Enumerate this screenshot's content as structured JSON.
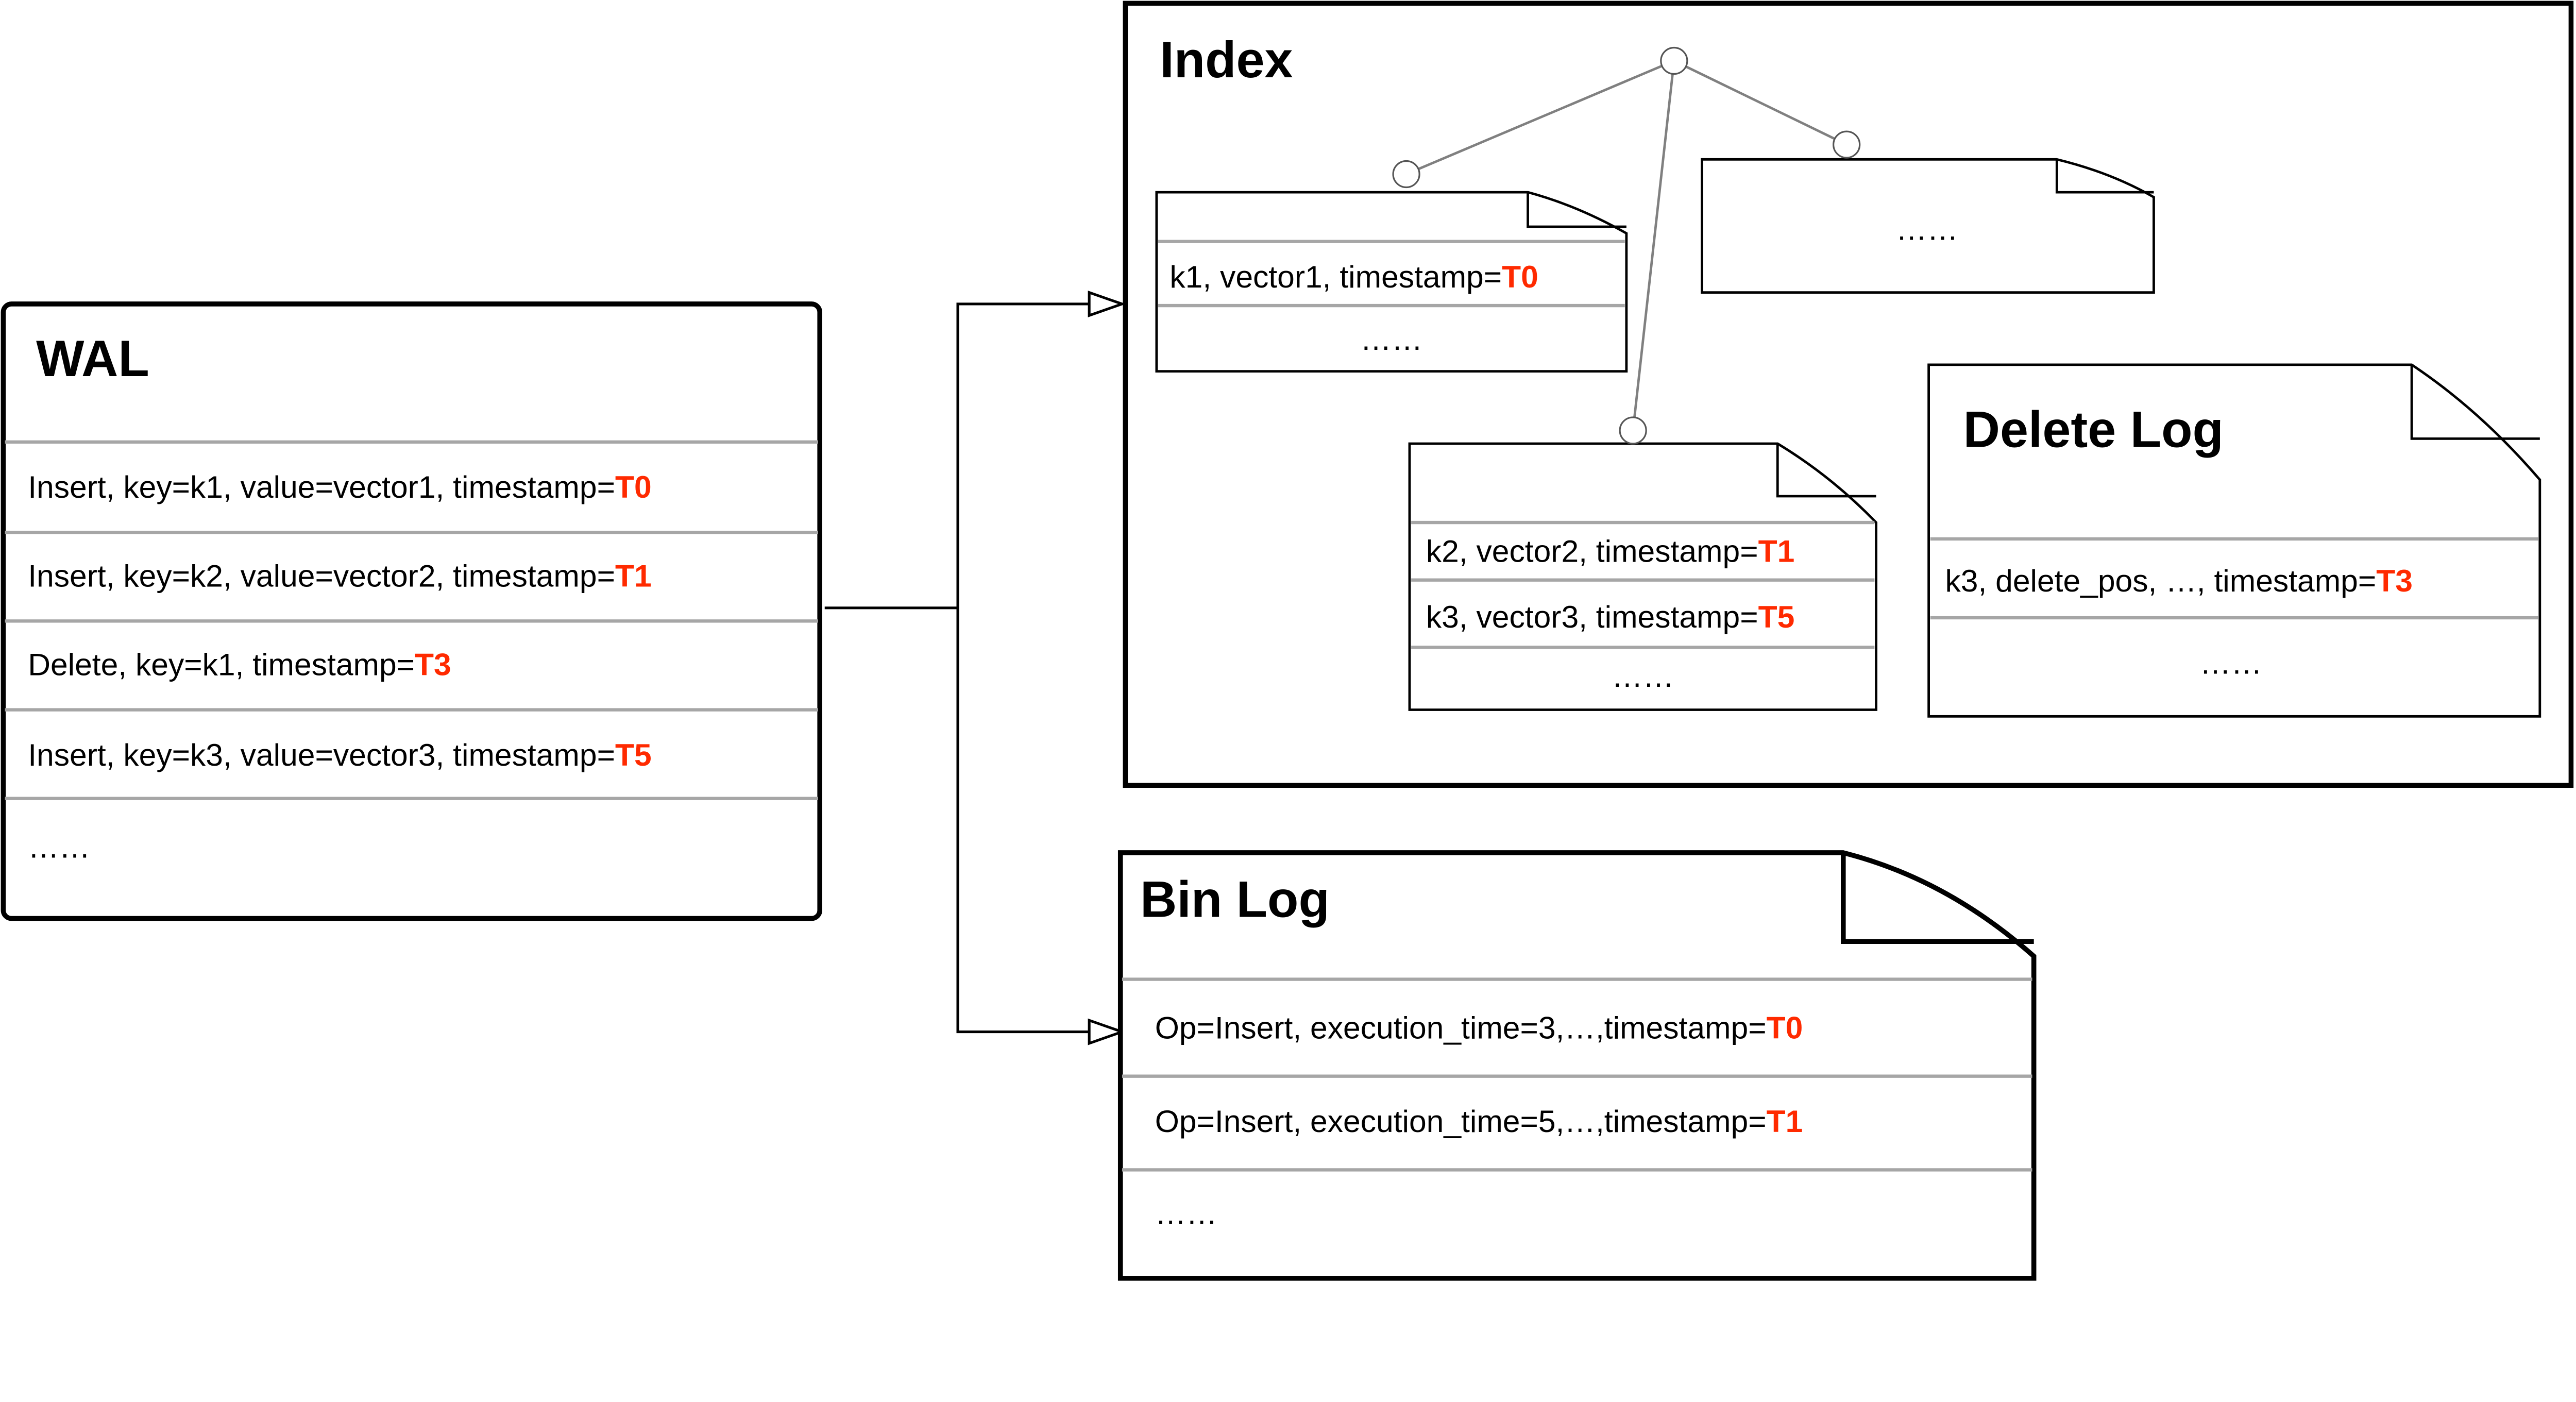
{
  "wal": {
    "title": "WAL",
    "rows": [
      {
        "text": "Insert, key=k1, value=vector1, timestamp=",
        "ts": "T0"
      },
      {
        "text": "Insert, key=k2, value=vector2, timestamp=",
        "ts": "T1"
      },
      {
        "text": "Delete, key=k1, timestamp=",
        "ts": "T3"
      },
      {
        "text": "Insert, key=k3, value=vector3, timestamp=",
        "ts": "T5"
      }
    ],
    "more": "……"
  },
  "index": {
    "title": "Index",
    "node1": {
      "row": {
        "text": "k1, vector1, timestamp=",
        "ts": "T0"
      },
      "more": "……"
    },
    "node2": {
      "more": "……"
    },
    "node3": {
      "rows": [
        {
          "text": "k2, vector2, timestamp=",
          "ts": "T1"
        },
        {
          "text": "k3, vector3, timestamp=",
          "ts": "T5"
        }
      ],
      "more": "……"
    },
    "delete_log": {
      "title": "Delete Log",
      "row": {
        "text": "k3, delete_pos, …, timestamp=",
        "ts": "T3"
      },
      "more": "……"
    }
  },
  "bin_log": {
    "title": "Bin Log",
    "rows": [
      {
        "text": "Op=Insert, execution_time=3,…,timestamp=",
        "ts": "T0"
      },
      {
        "text": "Op=Insert, execution_time=5,…,timestamp=",
        "ts": "T1"
      }
    ],
    "more": "……"
  },
  "colors": {
    "timestamp": "#ff2a00",
    "separator": "#a6a6a6",
    "tree_edge": "#808080"
  }
}
